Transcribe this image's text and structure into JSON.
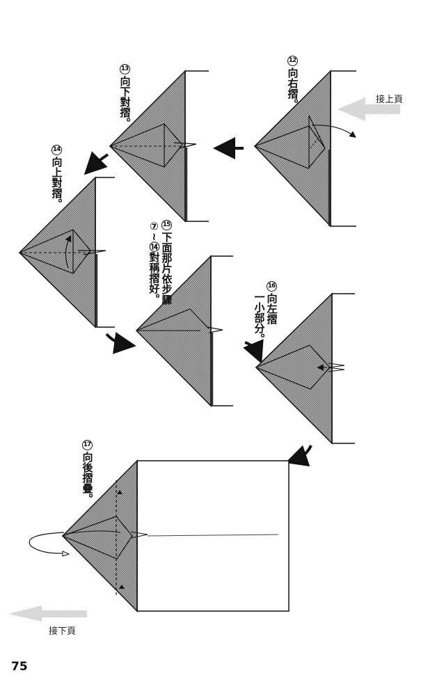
{
  "page": {
    "page_number": "75",
    "nav": {
      "prev_label": "接上頁",
      "next_label": "接下頁"
    },
    "colors": {
      "paper_fill": "#9a9a9a",
      "line": "#111111",
      "nav_arrow": "#cfcfcf",
      "background": "#ffffff"
    }
  },
  "steps": [
    {
      "number": "12",
      "lines": [
        "向右摺。"
      ]
    },
    {
      "number": "13",
      "lines": [
        "向下對摺。"
      ]
    },
    {
      "number": "14",
      "lines": [
        "向上對摺。"
      ]
    },
    {
      "number": "15",
      "lines": [
        "下面那片依步驟",
        "⑦~⑭對稱摺好。"
      ]
    },
    {
      "number": "16",
      "lines": [
        "向左摺",
        "一小部分。"
      ]
    },
    {
      "number": "17",
      "lines": [
        "向後摺疊。"
      ]
    }
  ]
}
